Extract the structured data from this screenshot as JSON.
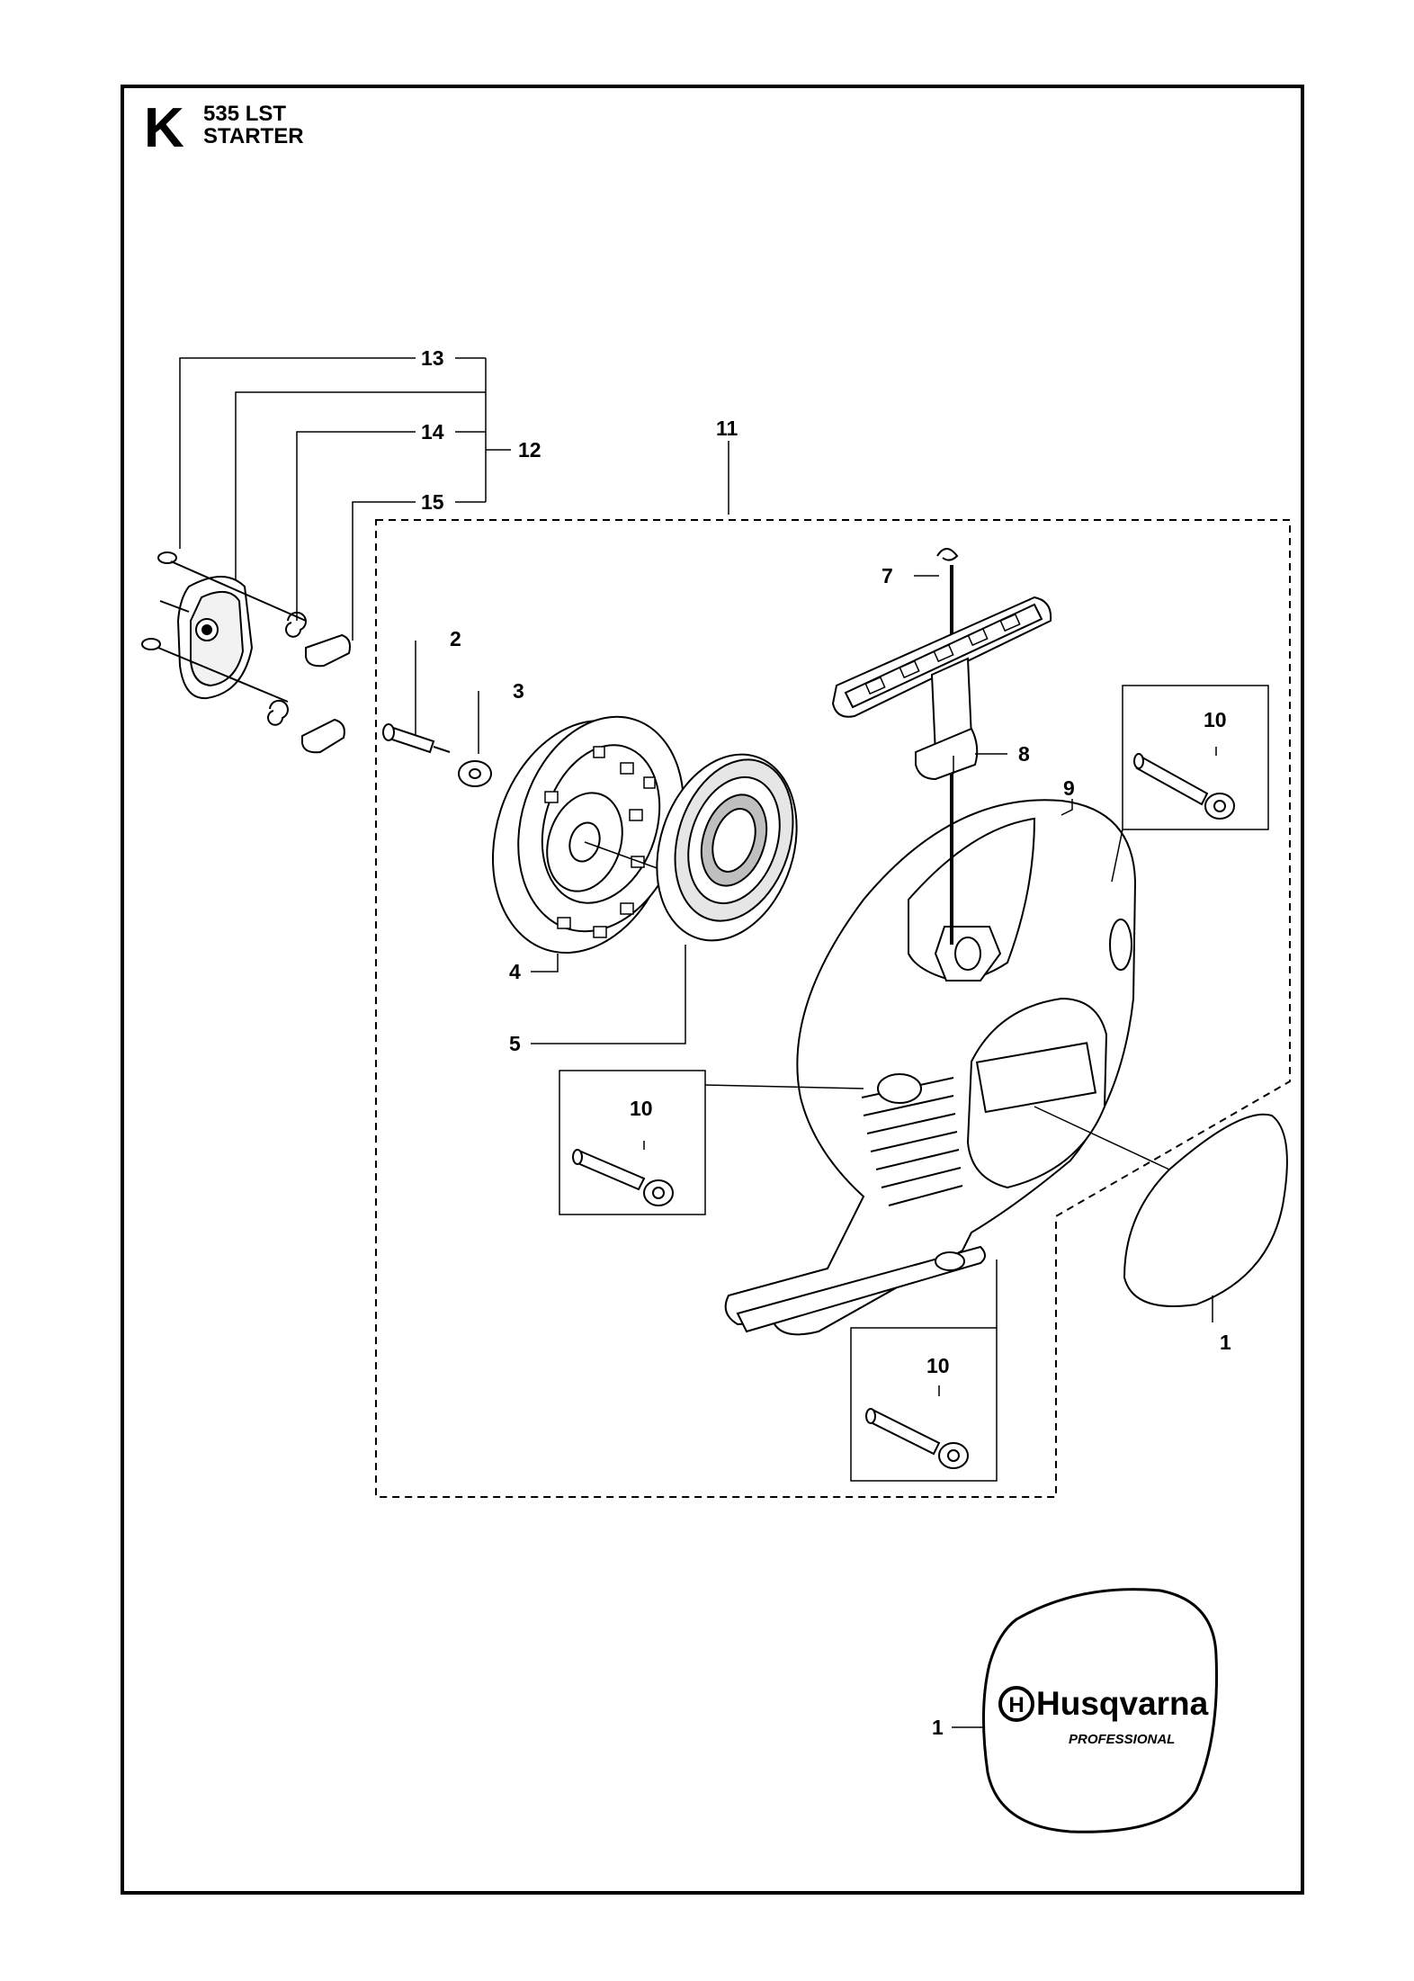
{
  "header": {
    "section_letter": "K",
    "model": "535 LST",
    "title": "STARTER"
  },
  "callouts": {
    "c1a": "1",
    "c1b": "1",
    "c2": "2",
    "c3": "3",
    "c4": "4",
    "c5": "5",
    "c7": "7",
    "c8": "8",
    "c9": "9",
    "c10a": "10",
    "c10b": "10",
    "c10c": "10",
    "c11": "11",
    "c12": "12",
    "c13": "13",
    "c14": "14",
    "c15": "15"
  },
  "decal": {
    "brand": "Husqvarna",
    "tagline": "PROFESSIONAL"
  },
  "colors": {
    "ink": "#000000",
    "paper": "#ffffff",
    "part_fill": "#ffffff",
    "shade": "#d9d9d9"
  }
}
